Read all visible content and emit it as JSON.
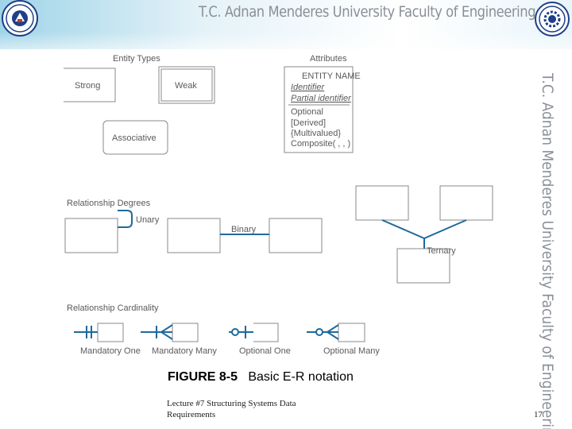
{
  "header": {
    "title": "T.C.   Adnan Menderes University   Faculty of Engineering",
    "side_title": "T.C.   Adnan Menderes University   Faculty of Engineering"
  },
  "diagram": {
    "entity_types": {
      "heading": "Entity Types",
      "strong": "Strong",
      "weak": "Weak",
      "associative": "Associative"
    },
    "attributes": {
      "heading": "Attributes",
      "entity_name": "ENTITY NAME",
      "identifier": "Identifier",
      "partial_identifier": "Partial identifier",
      "optional": "Optional",
      "derived": "[Derived]",
      "multivalued": "{Multivalued}",
      "composite": "Composite( , , )"
    },
    "relationship_degrees": {
      "heading": "Relationship Degrees",
      "unary": "Unary",
      "binary": "Binary",
      "ternary": "Ternary"
    },
    "relationship_cardinality": {
      "heading": "Relationship Cardinality",
      "mandatory_one": "Mandatory One",
      "mandatory_many": "Mandatory Many",
      "optional_one": "Optional One",
      "optional_many": "Optional Many"
    },
    "colors": {
      "line": "#1f6a9c",
      "box": "#8a8a8a",
      "text": "#5a5a5a"
    }
  },
  "figure": {
    "label": "FIGURE 8-5",
    "caption": "Basic E-R notation"
  },
  "footer": {
    "line1": "Lecture #7 Structuring Systems Data",
    "line2": "Requirements",
    "page_number": "17"
  }
}
